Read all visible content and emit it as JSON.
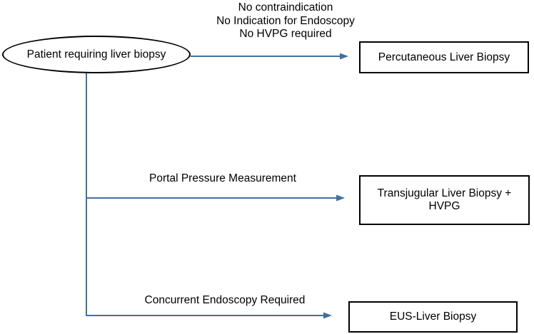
{
  "diagram": {
    "root": {
      "label": "Patient requiring liver biopsy"
    },
    "branches": [
      {
        "condition": "No contraindication\nNo Indication for Endoscopy\nNo HVPG required",
        "outcome": "Percutaneous Liver Biopsy"
      },
      {
        "condition": "Portal Pressure Measurement",
        "outcome": "Transjugular Liver Biopsy +\nHVPG"
      },
      {
        "condition": "Concurrent Endoscopy Required",
        "outcome": "EUS-Liver Biopsy"
      }
    ],
    "colors": {
      "connector": "#41719C",
      "border": "#000000",
      "text": "#000000",
      "background": "#FFFFFF"
    }
  }
}
